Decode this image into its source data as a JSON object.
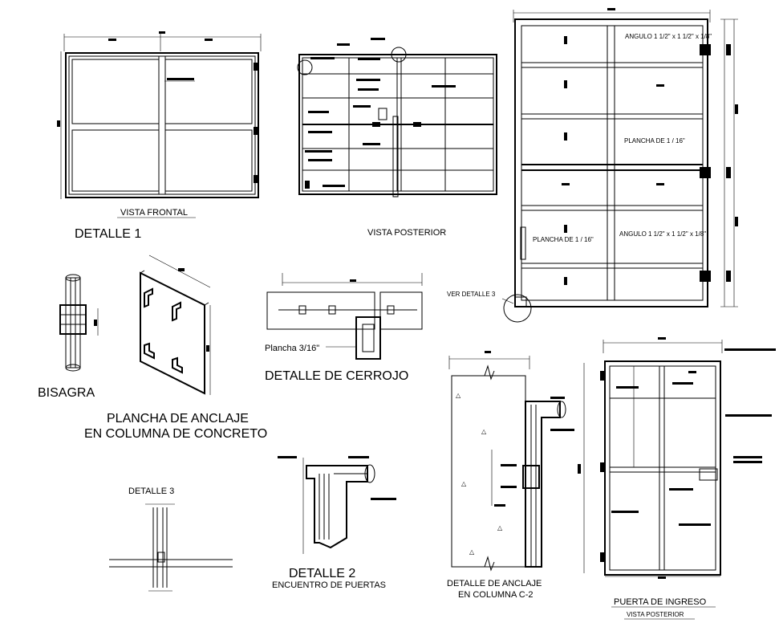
{
  "labels": {
    "vista_frontal": "VISTA FRONTAL",
    "detalle_1": "DETALLE  1",
    "vista_posterior_top": "VISTA POSTERIOR",
    "angulo_top": "ANGULO 1 1/2\" x 1 1/2\" x 1/8\"",
    "plancha_1": "PLANCHA DE 1 / 16\"",
    "plancha_2": "PLANCHA DE 1 / 16\"",
    "angulo_mid": "ANGULO 1 1/2\" x 1 1/2\" x 1/8\"",
    "ver_detalle_3": "VER DETALLE  3",
    "bisagra": "BISAGRA",
    "plancha_anclaje_1": "PLANCHA DE ANCLAJE",
    "plancha_anclaje_2": "EN COLUMNA DE CONCRETO",
    "plancha_316": "Plancha 3/16\"",
    "detalle_cerrojo": "DETALLE DE CERROJO",
    "detalle_3": "DETALLE  3",
    "detalle_2": "DETALLE  2",
    "encuentro": "ENCUENTRO DE PUERTAS",
    "anclaje_c2_1": "DETALLE DE ANCLAJE",
    "anclaje_c2_2": "EN COLUMNA  C-2",
    "puerta_ingreso": "PUERTA DE INGRESO",
    "vista_posterior_bottom": "VISTA POSTERIOR"
  }
}
